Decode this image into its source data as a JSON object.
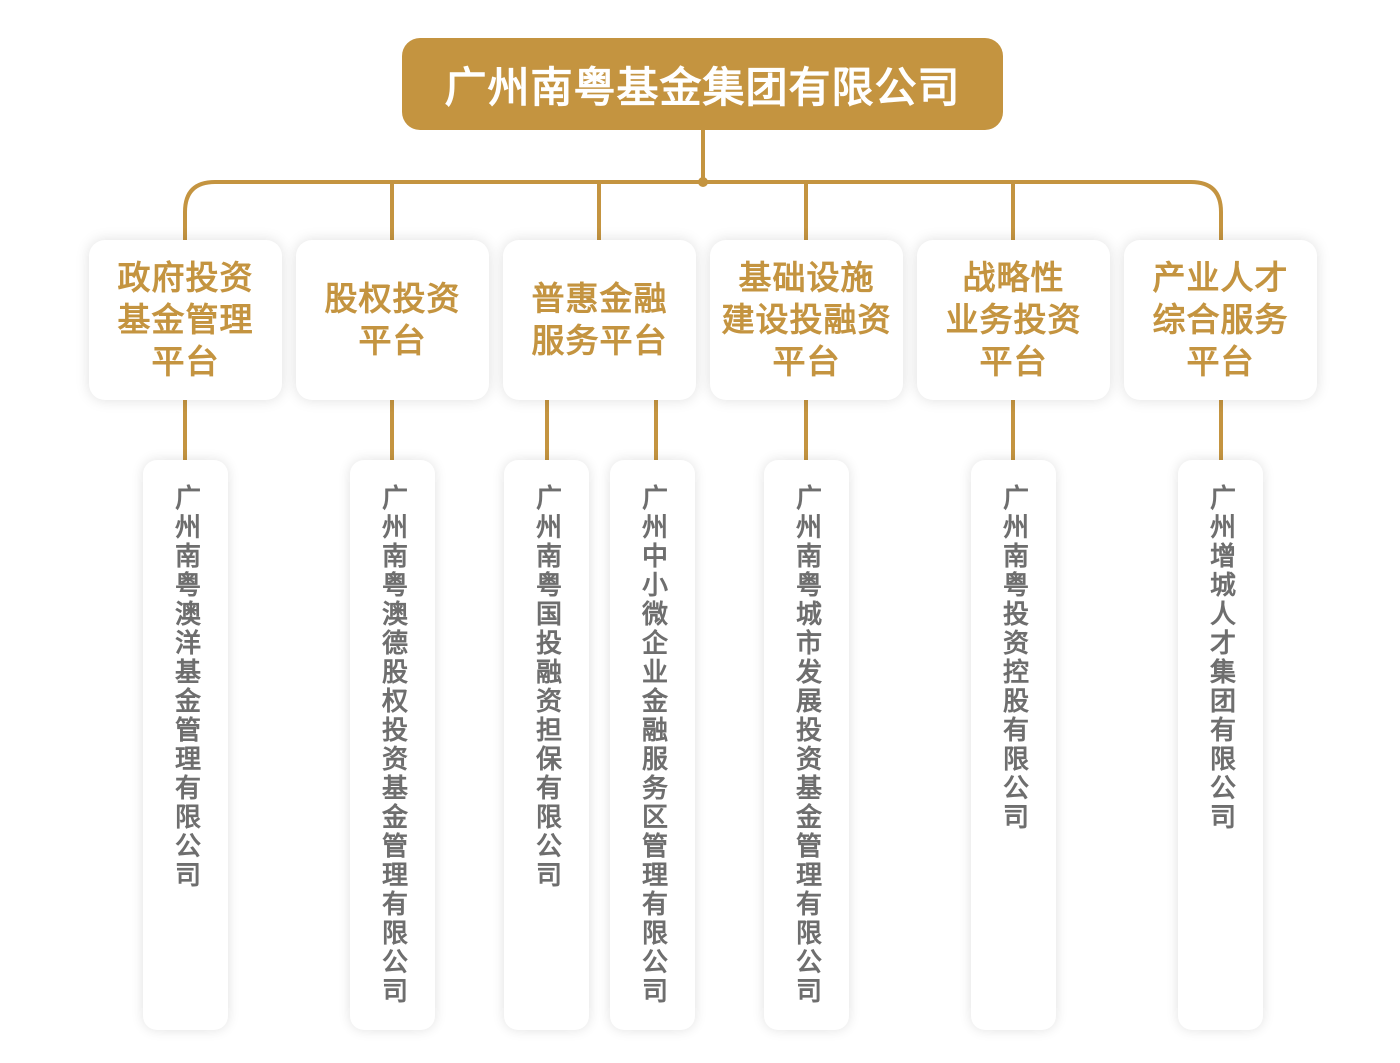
{
  "root": {
    "title": "广州南粤基金集团有限公司"
  },
  "platforms": [
    {
      "lines": [
        "政府投资",
        "基金管理",
        "平台"
      ]
    },
    {
      "lines": [
        "股权投资",
        "平台"
      ]
    },
    {
      "lines": [
        "普惠金融",
        "服务平台"
      ]
    },
    {
      "lines": [
        "基础设施",
        "建设投融资",
        "平台"
      ]
    },
    {
      "lines": [
        "战略性",
        "业务投资",
        "平台"
      ]
    },
    {
      "lines": [
        "产业人才",
        "综合服务",
        "平台"
      ]
    }
  ],
  "companies": [
    {
      "name": "广州南粤澳洋基金管理有限公司",
      "platform": 0
    },
    {
      "name": "广州南粤澳德股权投资基金管理有限公司",
      "platform": 1
    },
    {
      "name": "广州南粤国投融资担保有限公司",
      "platform": 2
    },
    {
      "name": "广州中小微企业金融服务区管理有限公司",
      "platform": 2
    },
    {
      "name": "广州南粤城市发展投资基金管理有限公司",
      "platform": 3
    },
    {
      "name": "广州南粤投资控股有限公司",
      "platform": 4
    },
    {
      "name": "广州增城人才集团有限公司",
      "platform": 5
    }
  ],
  "colors": {
    "accent": "#c49440",
    "platform_text": "#c49440",
    "company_text": "#6e6e6e",
    "root_text": "#ffffff"
  }
}
